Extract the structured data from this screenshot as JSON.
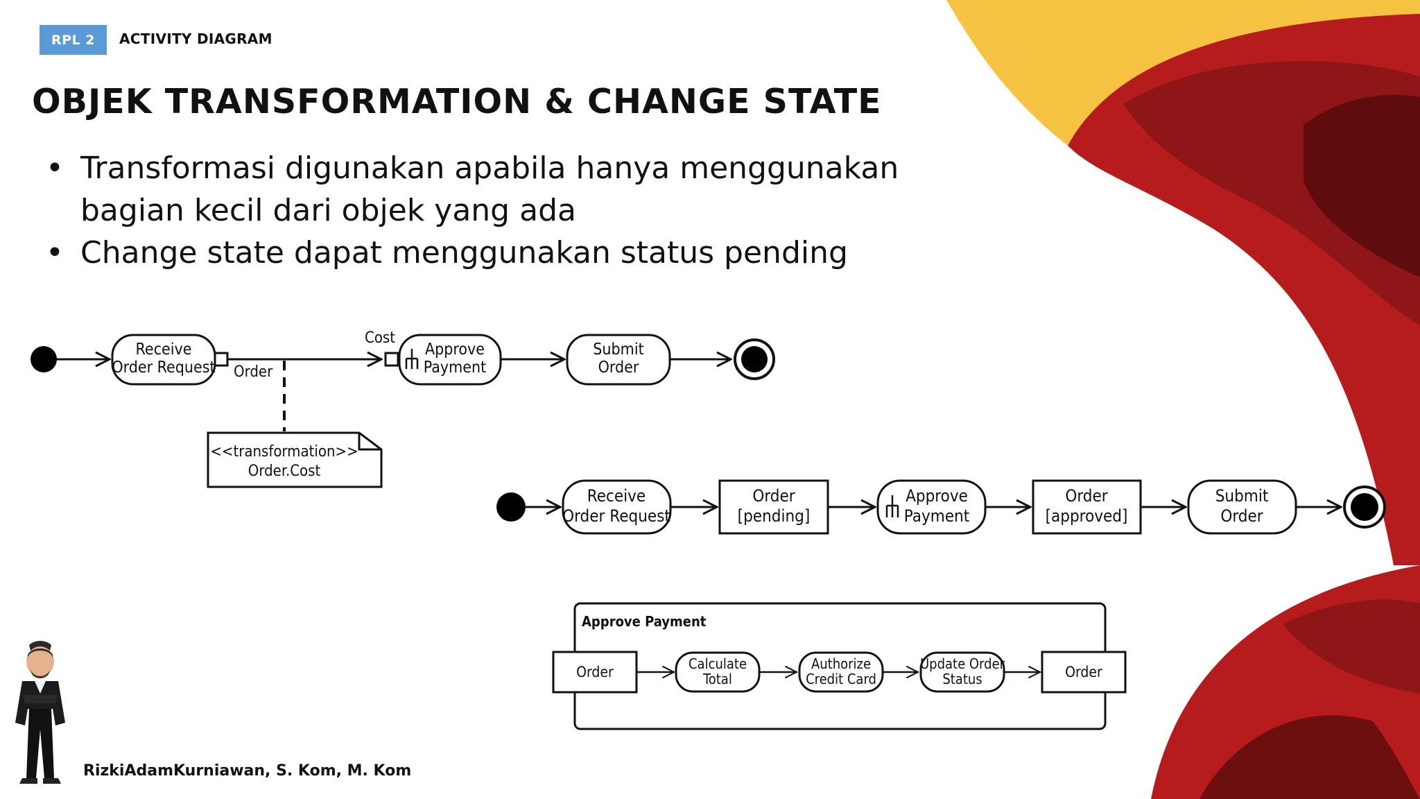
{
  "header": {
    "tag": "RPL 2",
    "title": "ACTIVITY DIAGRAM"
  },
  "heading": "OBJEK TRANSFORMATION & CHANGE STATE",
  "bullets": [
    {
      "line1": "Transformasi digunakan apabila hanya menggunakan",
      "line2": "bagian kecil dari objek yang ada"
    },
    {
      "line1": "Change state dapat menggunakan status pending"
    }
  ],
  "diagram1": {
    "action1": [
      "Receive",
      "Order Request"
    ],
    "pin_label": "Order",
    "cost_label": "Cost",
    "action2": [
      "Approve",
      "Payment"
    ],
    "action3": [
      "Submit",
      "Order"
    ],
    "note": [
      "<<transformation>>",
      "Order.Cost"
    ]
  },
  "diagram2": {
    "action1": [
      "Receive",
      "Order Request"
    ],
    "object1": [
      "Order",
      "[pending]"
    ],
    "action2": [
      "Approve",
      "Payment"
    ],
    "object2": [
      "Order",
      "[approved]"
    ],
    "action3": [
      "Submit",
      "Order"
    ]
  },
  "diagram3": {
    "frame_title": "Approve Payment",
    "input_param": "Order",
    "step1": [
      "Calculate",
      "Total"
    ],
    "step2": [
      "Authorize",
      "Credit Card"
    ],
    "step3": [
      "Update Order",
      "Status"
    ],
    "output_param": "Order"
  },
  "footer": "RizkiAdamKurniawan, S. Kom, M. Kom",
  "colors": {
    "tag_blue": "#5b9bd5",
    "accent_yellow": "#f6c343",
    "accent_red": "#b71c1c",
    "accent_dark": "#6d0f0f"
  }
}
